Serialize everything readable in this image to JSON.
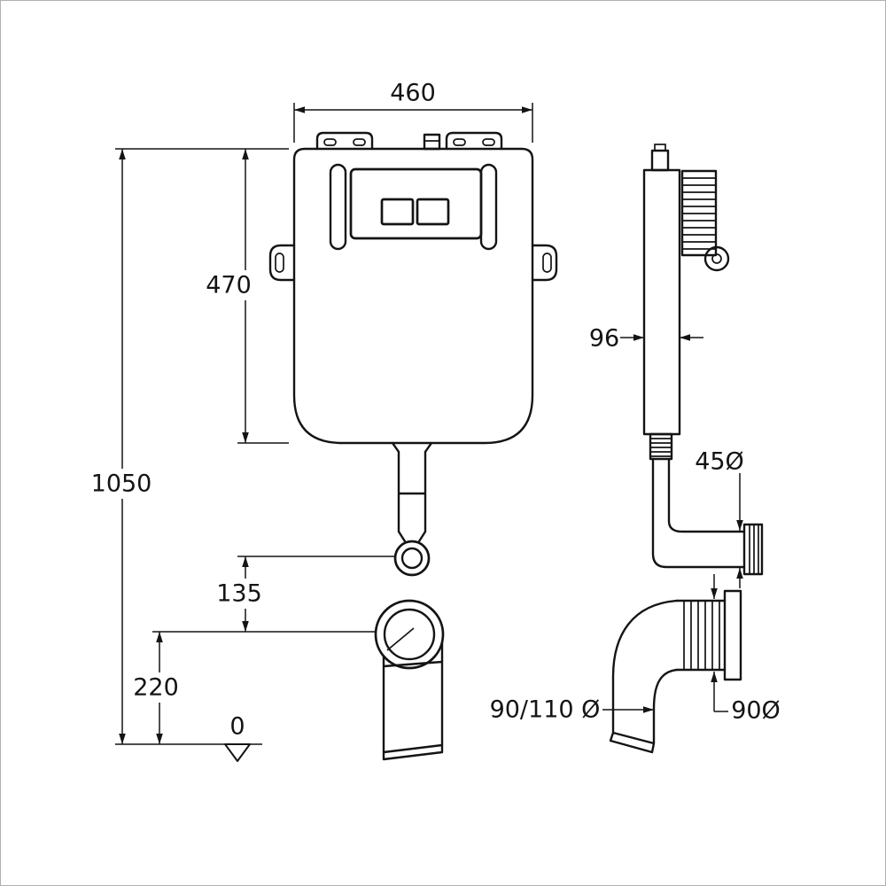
{
  "colors": {
    "line": "#141414",
    "background": "#ffffff",
    "border": "#b0b0b0"
  },
  "drawing": {
    "labels": {
      "overall_width": "460",
      "cistern_height": "470",
      "overall_height": "1050",
      "bend_offset": "135",
      "outlet_height": "220",
      "floor_datum": "0",
      "cistern_depth": "96",
      "flush_pipe_dia": "45Ø",
      "outlet_dia": "90/110 Ø",
      "connector_dia": "90Ø"
    }
  }
}
